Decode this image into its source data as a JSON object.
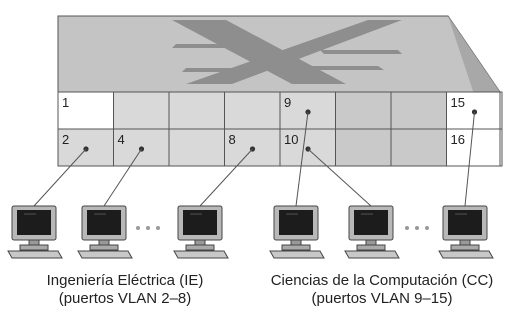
{
  "switch": {
    "top_row_ports": [
      "1",
      "",
      "",
      "",
      "9",
      "",
      "",
      "15"
    ],
    "bottom_row_ports": [
      "2",
      "4",
      "",
      "8",
      "10",
      "",
      "",
      "16"
    ],
    "connected_top": [
      "9",
      "15"
    ],
    "connected_bottom": [
      "2",
      "4",
      "8",
      "10"
    ]
  },
  "groups": {
    "ie": {
      "name": "Ingeniería Eléctrica (IE)",
      "ports": "(puertos VLAN 2–8)"
    },
    "cc": {
      "name": "Ciencias de la Computación (CC)",
      "ports": "(puertos VLAN 9–15)"
    }
  },
  "ellipsis": "• • •",
  "colors": {
    "switch_top": "#c2c2c2",
    "switch_x": "#8c8c8c",
    "port_gray": "#d9d9d9",
    "port_dark": "#c9c9c9",
    "port_white": "#ffffff"
  }
}
